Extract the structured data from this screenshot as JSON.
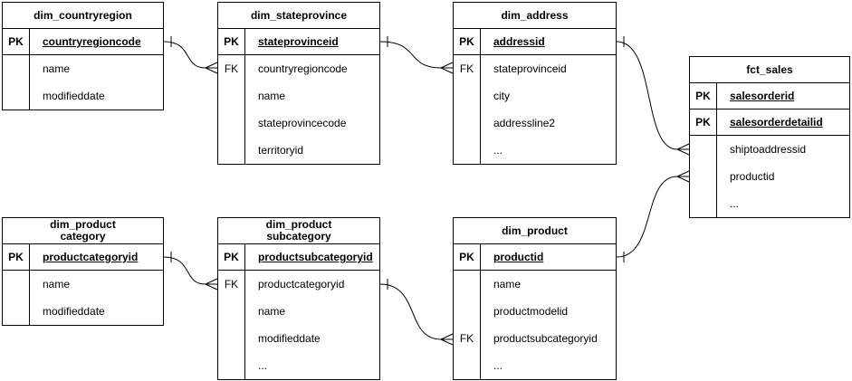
{
  "diagram": {
    "background_color": "#ffffff",
    "stroke_color": "#000000",
    "text_color": "#000000",
    "tables": [
      {
        "id": "dim_countryregion",
        "title": "dim_countryregion",
        "rows": [
          {
            "key": "PK",
            "field": "countryregioncode",
            "is_pk": true
          },
          {
            "key": "",
            "field": "name",
            "is_pk": false
          },
          {
            "key": "",
            "field": "modifieddate",
            "is_pk": false
          }
        ]
      },
      {
        "id": "dim_stateprovince",
        "title": "dim_stateprovince",
        "rows": [
          {
            "key": "PK",
            "field": "stateprovinceid",
            "is_pk": true
          },
          {
            "key": "FK",
            "field": "countryregioncode",
            "is_pk": false
          },
          {
            "key": "",
            "field": "name",
            "is_pk": false
          },
          {
            "key": "",
            "field": "stateprovincecode",
            "is_pk": false
          },
          {
            "key": "",
            "field": "territoryid",
            "is_pk": false
          }
        ]
      },
      {
        "id": "dim_address",
        "title": "dim_address",
        "rows": [
          {
            "key": "PK",
            "field": "addressid",
            "is_pk": true
          },
          {
            "key": "FK",
            "field": "stateprovinceid",
            "is_pk": false
          },
          {
            "key": "",
            "field": "city",
            "is_pk": false
          },
          {
            "key": "",
            "field": "addressline2",
            "is_pk": false
          },
          {
            "key": "",
            "field": "...",
            "is_pk": false
          }
        ]
      },
      {
        "id": "fct_sales",
        "title": "fct_sales",
        "rows": [
          {
            "key": "PK",
            "field": "salesorderid",
            "is_pk": true
          },
          {
            "key": "PK",
            "field": "salesorderdetailid",
            "is_pk": true
          },
          {
            "key": "",
            "field": "shiptoaddressid",
            "is_pk": false
          },
          {
            "key": "",
            "field": "productid",
            "is_pk": false
          },
          {
            "key": "",
            "field": "...",
            "is_pk": false
          }
        ]
      },
      {
        "id": "dim_product_category",
        "title": "dim_product\ncategory",
        "rows": [
          {
            "key": "PK",
            "field": "productcategoryid",
            "is_pk": true
          },
          {
            "key": "",
            "field": "name",
            "is_pk": false
          },
          {
            "key": "",
            "field": "modifieddate",
            "is_pk": false
          }
        ]
      },
      {
        "id": "dim_product_subcategory",
        "title": "dim_product\nsubcategory",
        "rows": [
          {
            "key": "PK",
            "field": "productsubcategoryid",
            "is_pk": true
          },
          {
            "key": "FK",
            "field": "productcategoryid",
            "is_pk": false
          },
          {
            "key": "",
            "field": "name",
            "is_pk": false
          },
          {
            "key": "",
            "field": "modifieddate",
            "is_pk": false
          },
          {
            "key": "",
            "field": "...",
            "is_pk": false
          }
        ]
      },
      {
        "id": "dim_product",
        "title": "dim_product",
        "rows": [
          {
            "key": "PK",
            "field": "productid",
            "is_pk": true
          },
          {
            "key": "",
            "field": "name",
            "is_pk": false
          },
          {
            "key": "",
            "field": "productmodelid",
            "is_pk": false
          },
          {
            "key": "FK",
            "field": "productsubcategoryid",
            "is_pk": false
          },
          {
            "key": "",
            "field": "...",
            "is_pk": false
          }
        ]
      }
    ],
    "relationships": [
      {
        "id": "rel-countryregion-stateprovince",
        "from": "dim_countryregion.countryregioncode",
        "to": "dim_stateprovince.countryregioncode",
        "from_cardinality": "one",
        "to_cardinality": "many"
      },
      {
        "id": "rel-stateprovince-address",
        "from": "dim_stateprovince.stateprovinceid",
        "to": "dim_address.stateprovinceid",
        "from_cardinality": "one",
        "to_cardinality": "many"
      },
      {
        "id": "rel-address-sales",
        "from": "dim_address.addressid",
        "to": "fct_sales.shiptoaddressid",
        "from_cardinality": "one",
        "to_cardinality": "many"
      },
      {
        "id": "rel-product-sales",
        "from": "dim_product.productid",
        "to": "fct_sales.productid",
        "from_cardinality": "one",
        "to_cardinality": "many"
      },
      {
        "id": "rel-category-subcategory",
        "from": "dim_product_category.productcategoryid",
        "to": "dim_product_subcategory.productcategoryid",
        "from_cardinality": "one",
        "to_cardinality": "many"
      },
      {
        "id": "rel-subcategory-product",
        "from": "dim_product_subcategory.productsubcategoryid",
        "to": "dim_product.productsubcategoryid",
        "from_cardinality": "one",
        "to_cardinality": "many"
      }
    ]
  }
}
